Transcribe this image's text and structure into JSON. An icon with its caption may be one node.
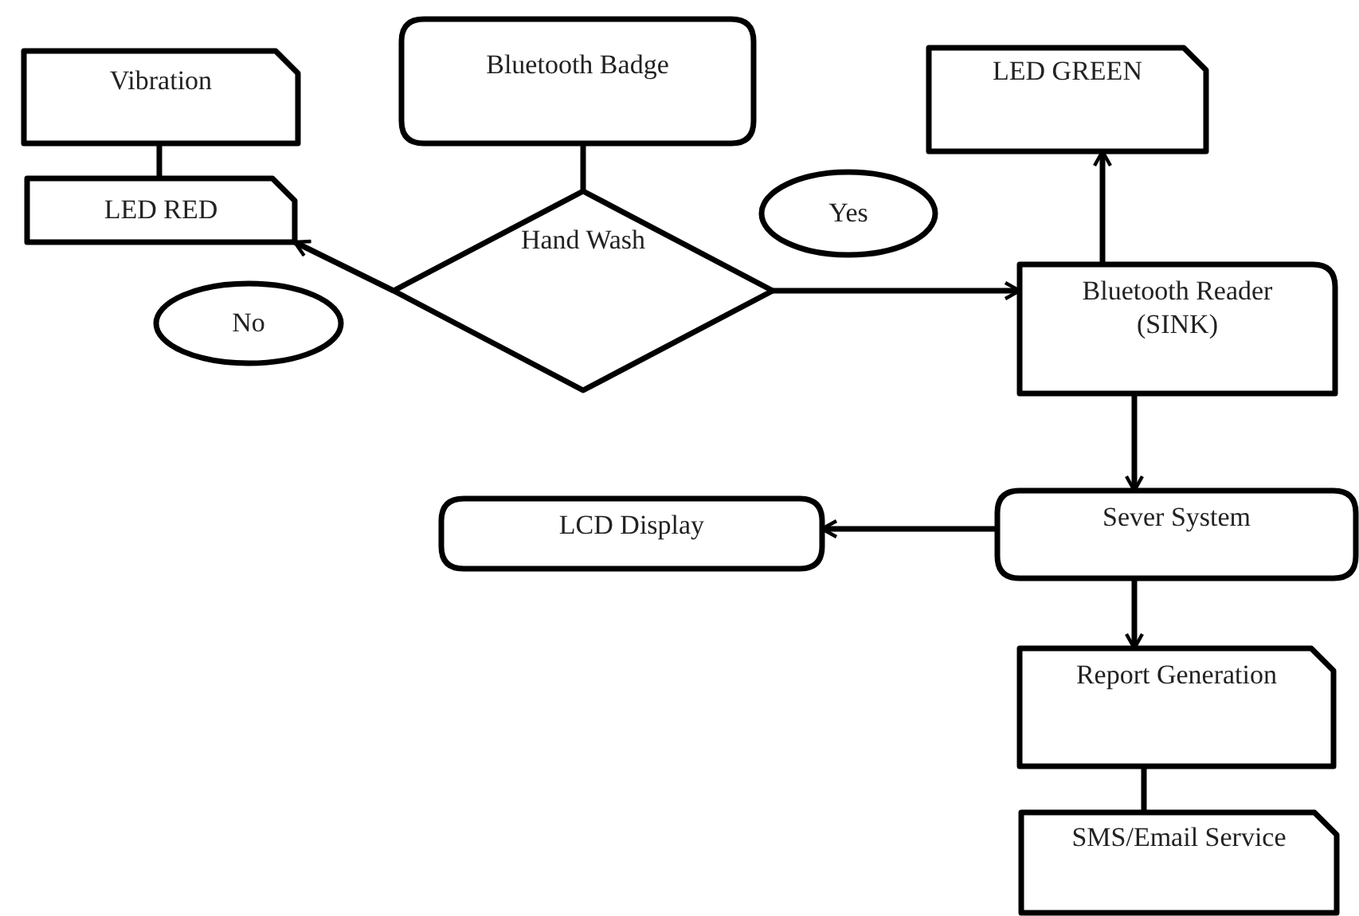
{
  "diagram": {
    "nodes": [
      {
        "text": [
          "Vibration"
        ]
      },
      {
        "text": [
          "Bluetooth Badge"
        ]
      },
      {
        "text": [
          "LED RED"
        ]
      },
      {
        "text": [
          "Yes"
        ]
      },
      {
        "text": [
          "Hand Wash"
        ]
      },
      {
        "text": [
          "LED GREEN"
        ]
      },
      {
        "text": [
          "No"
        ]
      },
      {
        "text": [
          "Bluetooth Reader (SINK)"
        ]
      },
      {
        "text": [
          "LCD Display"
        ]
      },
      {
        "text": [
          "Sever System"
        ]
      },
      {
        "text": [
          "Report Generation"
        ]
      },
      {
        "text": [
          "SMS/Email Service"
        ]
      }
    ],
    "edges": [
      {
        "from": 1,
        "to": 4,
        "arrow": "none"
      },
      {
        "from": 0,
        "to": 2,
        "arrow": "none"
      },
      {
        "from": 4,
        "to": 2,
        "arrow": "to"
      },
      {
        "from": 4,
        "to": 7,
        "arrow": "to"
      },
      {
        "from": 7,
        "to": 5,
        "arrow": "to"
      },
      {
        "from": 7,
        "to": 9,
        "arrow": "to"
      },
      {
        "from": 9,
        "to": 8,
        "arrow": "to"
      },
      {
        "from": 9,
        "to": 10,
        "arrow": "to"
      },
      {
        "from": 10,
        "to": 11,
        "arrow": "none"
      }
    ]
  }
}
